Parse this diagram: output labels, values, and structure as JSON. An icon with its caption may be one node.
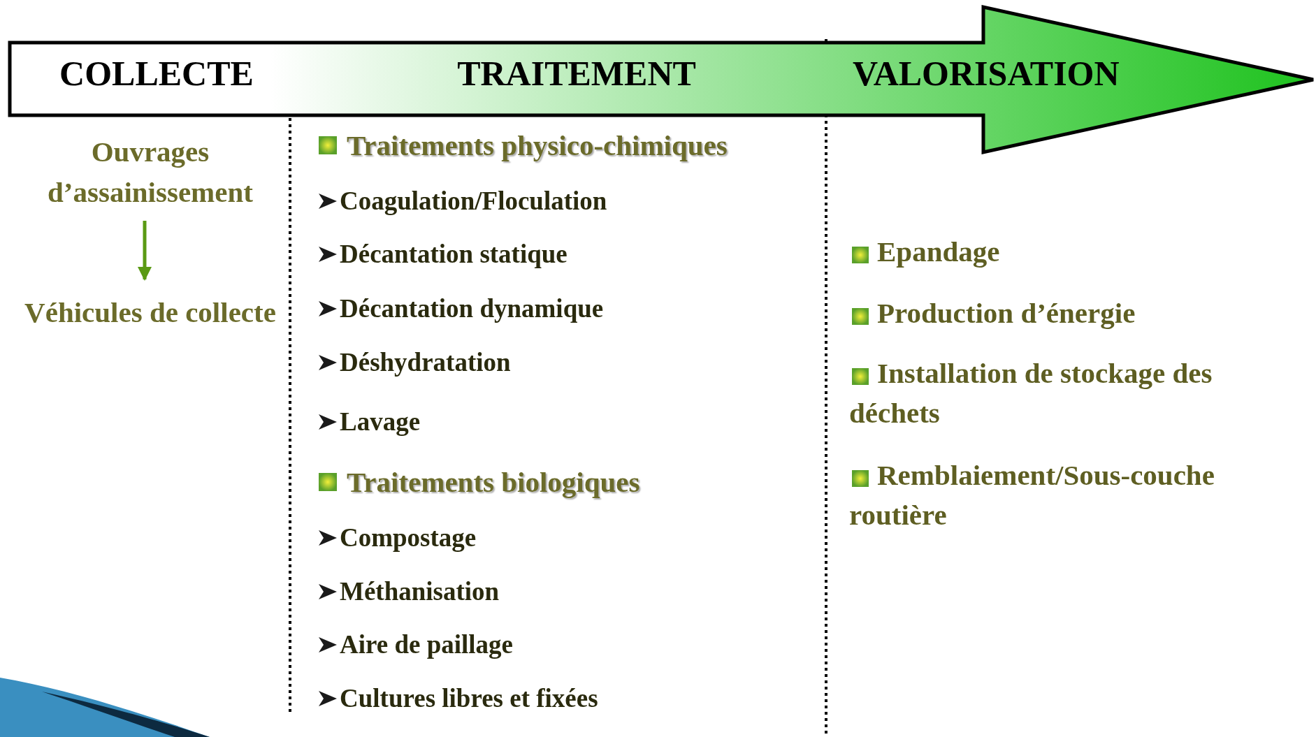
{
  "diagram": {
    "nodes": [
      {
        "text": [
          "COLLECTE",
          "TRAITEMENT",
          "VALORISATION"
        ]
      },
      {
        "text": [
          "Ouvrages d’assainissement"
        ]
      },
      {
        "text": [
          "Véhicules de collecte"
        ]
      }
    ],
    "edges": [
      {
        "from": 1,
        "to": 2,
        "arrow": "to",
        "color": "#5a9a14"
      }
    ],
    "labels": [
      "Traitements physico-chimiques",
      "Coagulation/Floculation",
      "Décantation statique",
      "Décantation dynamique",
      "Déshydratation",
      "Lavage",
      "Traitements biologiques",
      "Compostage",
      "Méthanisation",
      "Aire de paillage",
      "Cultures libres et fixées",
      "Epandage",
      "Production d’énergie",
      "Installation de stockage des déchets",
      "Remblaiement/Sous-couche routière"
    ]
  }
}
